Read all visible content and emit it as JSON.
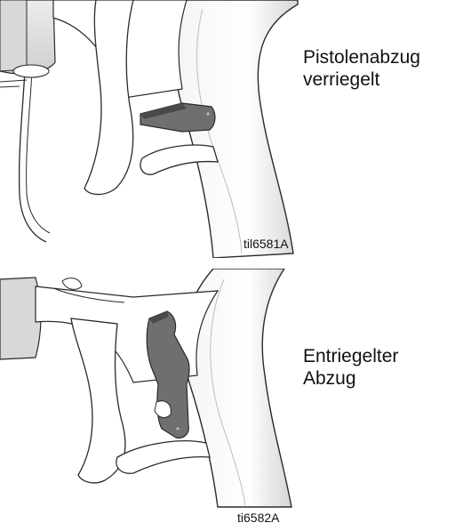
{
  "figures": [
    {
      "callout_lines": [
        "Pistolenabzug",
        "verriegelt"
      ],
      "figure_id": "til6581A"
    },
    {
      "callout_lines": [
        "Entriegelter",
        "Abzug"
      ],
      "figure_id": "ti6582A"
    }
  ],
  "colors": {
    "outline": "#2a2a2a",
    "body_fill": "#ffffff",
    "shade_light": "#e6e6e6",
    "shade_mid": "#cfcfcf",
    "trigger_lock": "#6f6f6f",
    "trigger_lock_dark": "#4a4a4a"
  }
}
